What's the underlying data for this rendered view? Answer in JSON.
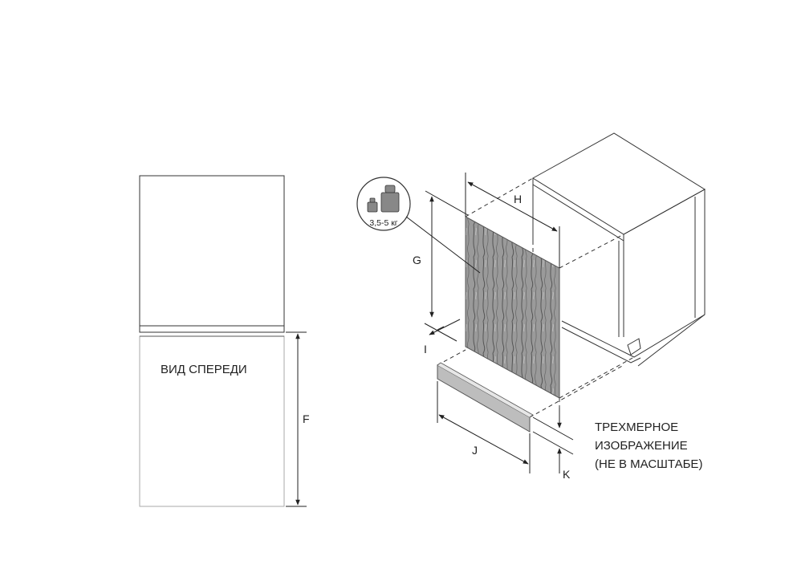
{
  "front_view": {
    "caption": "ВИД СПЕРЕДИ",
    "dim_f": "F"
  },
  "iso_view": {
    "caption_lines": [
      "ТРЕХМЕРНОЕ",
      "ИЗОБРАЖЕНИЕ",
      "(НЕ В МАСШТАБЕ)"
    ],
    "weight_label": "3,5-5 кг",
    "dim_g": "G",
    "dim_h": "H",
    "dim_i": "I",
    "dim_j": "J",
    "dim_k": "K"
  },
  "icons": {
    "weight": "weights-icon"
  }
}
